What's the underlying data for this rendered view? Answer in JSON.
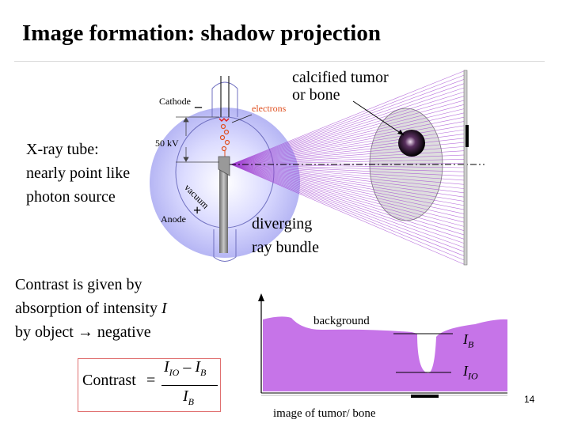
{
  "slide": {
    "title": "Image formation: shadow projection",
    "page_number": "14"
  },
  "tube": {
    "cathode_label": "Cathode",
    "cathode_sign": "–",
    "electrons_label": "electrons",
    "voltage_label": "50 kV",
    "vacuum_label": "vacuum",
    "anode_label": "Anode",
    "anode_sign": "+"
  },
  "annotations": {
    "tumor_line1": "calcified tumor",
    "tumor_line2": "or bone",
    "xray_line1": "X-ray tube:",
    "xray_line2": "nearly point like",
    "xray_line3": "photon source",
    "rays_line1": "diverging",
    "rays_line2": "ray bundle",
    "contrast_line1": "Contrast is given by",
    "contrast_line2_a": "absorption of intensity",
    "contrast_line2_b": "I",
    "contrast_line3_a": "by object",
    "contrast_line3_arrow": "→",
    "contrast_line3_b": "negative"
  },
  "formula": {
    "label": "Contrast",
    "equals": "=",
    "numerator_i1": "I",
    "numerator_sub1": "IO",
    "minus": " – ",
    "numerator_i2": "I",
    "numerator_sub2": "B",
    "denominator_i": "I",
    "denominator_sub": "B"
  },
  "profile": {
    "background_label": "background",
    "ib_label_i": "I",
    "ib_label_sub": "B",
    "io_label_i": "I",
    "io_label_sub": "IO",
    "image_label": "image of tumor/ bone",
    "fill_color": "#c674e8"
  },
  "colors": {
    "ray_color": "#a040d0",
    "tube_glow": "#c8c8ff",
    "electron_color": "#e05020"
  }
}
